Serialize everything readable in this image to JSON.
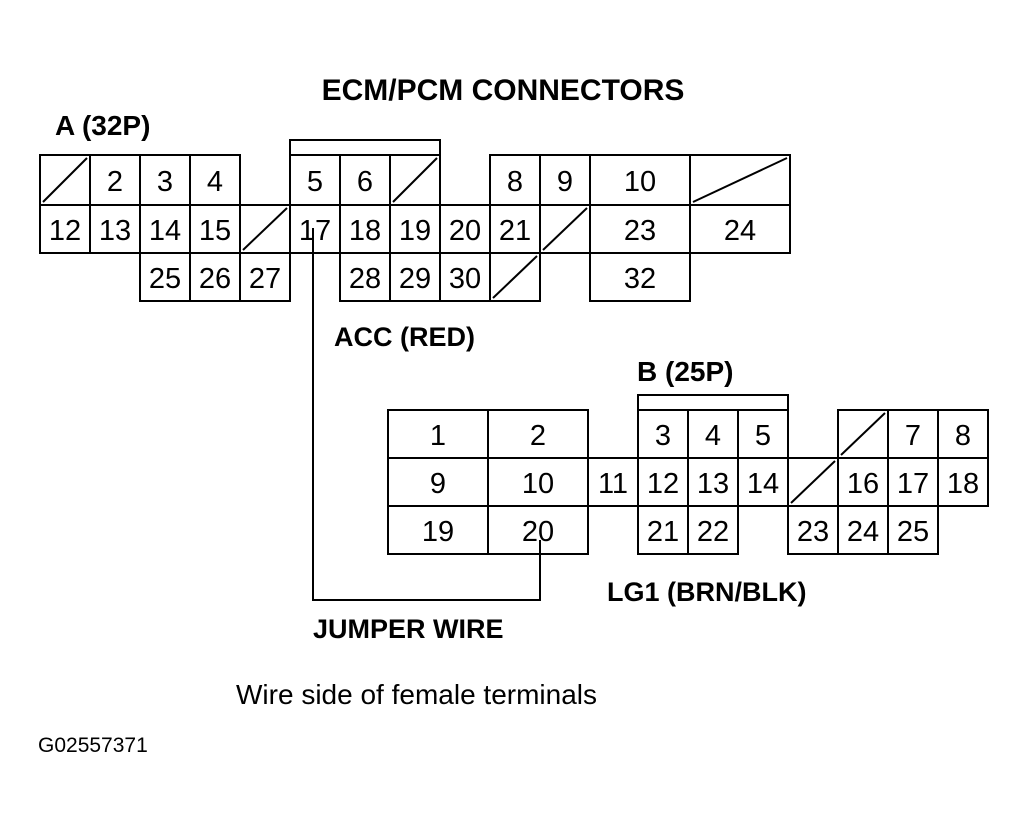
{
  "title": "ECM/PCM CONNECTORS",
  "connector_a": {
    "label": "A (32P)",
    "pins": [
      "2",
      "3",
      "4",
      "5",
      "6",
      "8",
      "9",
      "10",
      "12",
      "13",
      "14",
      "15",
      "17",
      "18",
      "19",
      "20",
      "21",
      "23",
      "24",
      "25",
      "26",
      "27",
      "28",
      "29",
      "30",
      "32"
    ]
  },
  "connector_b": {
    "label": "B (25P)",
    "pins": [
      "1",
      "2",
      "3",
      "4",
      "5",
      "7",
      "8",
      "9",
      "10",
      "11",
      "12",
      "13",
      "14",
      "16",
      "17",
      "18",
      "19",
      "20",
      "21",
      "22",
      "23",
      "24",
      "25"
    ]
  },
  "wire_labels": {
    "acc": "ACC (RED)",
    "lg1": "LG1 (BRN/BLK)",
    "jumper": "JUMPER WIRE"
  },
  "caption": "Wire side of female terminals",
  "figure_id": "G02557371",
  "colors": {
    "line": "#000000",
    "background": "#ffffff"
  }
}
